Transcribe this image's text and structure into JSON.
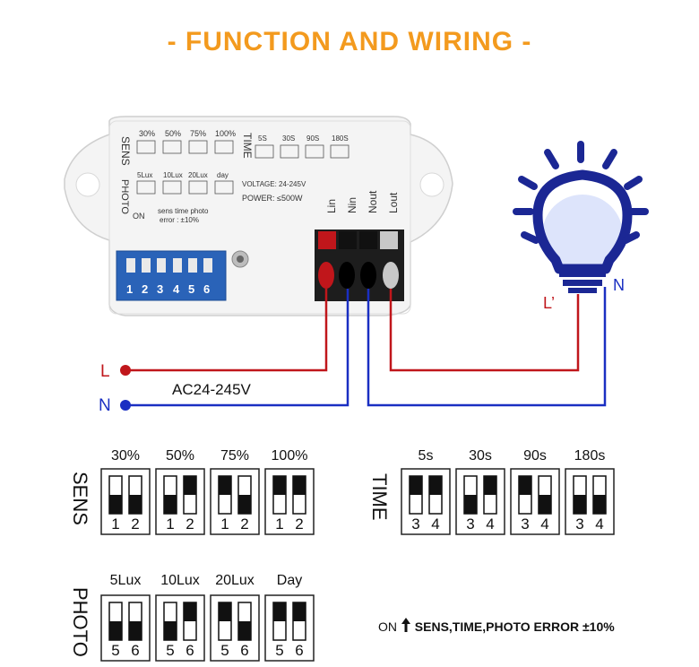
{
  "title": "- FUNCTION AND WIRING -",
  "device": {
    "sens_label": "SENS",
    "photo_label": "PHOTO",
    "time_label": "TIME",
    "sens_values": [
      "30%",
      "50%",
      "75%",
      "100%"
    ],
    "photo_values": [
      "5Lux",
      "10Lux",
      "20Lux",
      "day"
    ],
    "time_values": [
      "5S",
      "30S",
      "90S",
      "180S"
    ],
    "voltage": "VOLTAGE: 24-245V",
    "power": "POWER: ≤500W",
    "on_label": "ON",
    "error_label_1": "sens time photo",
    "error_label_2": "error : ±10%",
    "terminals": [
      "Lin",
      "Nin",
      "Nout",
      "Lout"
    ],
    "dip_numbers": [
      "1",
      "2",
      "3",
      "4",
      "5",
      "6"
    ]
  },
  "wiring": {
    "l_label": "L",
    "n_label": "N",
    "supply_label": "AC24-245V",
    "lamp_l_label": "L’",
    "lamp_n_label": "N",
    "colors": {
      "l": "#c0161b",
      "n": "#1a2fc2",
      "orange": "#f39a1e"
    }
  },
  "sens": {
    "label": "SENS",
    "switch_numbers": [
      "1",
      "2"
    ],
    "settings": [
      {
        "value": "30%",
        "on": [
          false,
          false
        ]
      },
      {
        "value": "50%",
        "on": [
          false,
          true
        ]
      },
      {
        "value": "75%",
        "on": [
          true,
          false
        ]
      },
      {
        "value": "100%",
        "on": [
          true,
          true
        ]
      }
    ]
  },
  "time": {
    "label": "TIME",
    "switch_numbers": [
      "3",
      "4"
    ],
    "settings": [
      {
        "value": "5s",
        "on": [
          true,
          true
        ]
      },
      {
        "value": "30s",
        "on": [
          false,
          true
        ]
      },
      {
        "value": "90s",
        "on": [
          true,
          false
        ]
      },
      {
        "value": "180s",
        "on": [
          false,
          false
        ]
      }
    ]
  },
  "photo": {
    "label": "PHOTO",
    "switch_numbers": [
      "5",
      "6"
    ],
    "settings": [
      {
        "value": "5Lux",
        "on": [
          false,
          false
        ]
      },
      {
        "value": "10Lux",
        "on": [
          false,
          true
        ]
      },
      {
        "value": "20Lux",
        "on": [
          true,
          false
        ]
      },
      {
        "value": "Day",
        "on": [
          true,
          true
        ]
      }
    ]
  },
  "note": {
    "on": "ON",
    "arrow_icon": "up-arrow-icon",
    "text": "SENS,TIME,PHOTO ERROR ±10%"
  }
}
